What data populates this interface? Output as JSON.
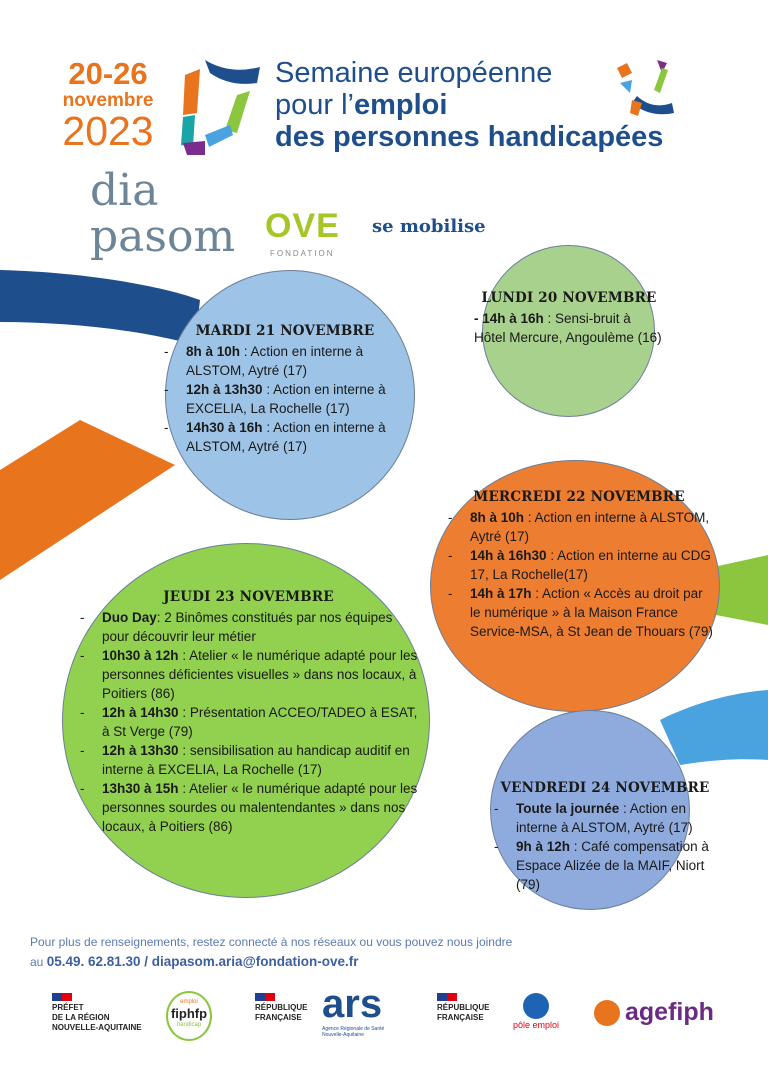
{
  "header": {
    "date_range": "20-26",
    "month": "novembre",
    "year": "2023",
    "title_line1": "Semaine européenne",
    "title_line2_prefix": "pour l’",
    "title_line2_bold": "emploi",
    "title_line3": "des personnes handicapées"
  },
  "org": {
    "logo1_top": "dia",
    "logo1_bottom": "pasom",
    "logo2": "OVE",
    "logo2_sub": "FONDATION",
    "tagline": "se mobilise"
  },
  "colors": {
    "orange": "#e8741e",
    "navy": "#1f4e8c",
    "mardi": "#9dc3e6",
    "lundi": "#a9d18e",
    "mercredi": "#ed7d31",
    "jeudi": "#92d050",
    "vendredi": "#8faadc"
  },
  "days": {
    "lundi": {
      "title": "LUNDI 20 NOVEMBRE",
      "time": "- 14h à 16h",
      "desc": " : Sensi-bruit à Hôtel Mercure, Angoulème (16)"
    },
    "mardi": {
      "title": "MARDI 21 NOVEMBRE",
      "items": [
        {
          "time": "8h à 10h",
          "desc": " : Action en interne à ALSTOM, Aytré (17)"
        },
        {
          "time": "12h à  13h30",
          "desc": " : Action en interne à EXCELIA, La Rochelle (17)"
        },
        {
          "time": "14h30 à 16h",
          "desc": " : Action en interne à ALSTOM, Aytré (17)"
        }
      ]
    },
    "mercredi": {
      "title": "MERCREDI 22 NOVEMBRE",
      "items": [
        {
          "time": "8h à 10h",
          "desc": " : Action en interne à ALSTOM, Aytré (17)"
        },
        {
          "time": "14h à 16h30",
          "desc": " : Action en interne au CDG 17, La Rochelle(17)"
        },
        {
          "time": "14h à 17h",
          "desc": " : Action « Accès au droit par le numérique » à la Maison France Service-MSA, à St Jean de Thouars (79)"
        }
      ]
    },
    "jeudi": {
      "title": "JEUDI 23 NOVEMBRE",
      "items": [
        {
          "time": "Duo Day",
          "desc": ": 2 Binômes constitués par nos équipes pour découvrir leur métier"
        },
        {
          "time": "10h30 à 12h",
          "desc": " : Atelier « le numérique adapté pour les personnes déficientes visuelles » dans nos locaux, à Poitiers (86)"
        },
        {
          "time": "12h à 14h30",
          "desc": " :  Présentation ACCEO/TADEO à ESAT, à St Verge (79)"
        },
        {
          "time": "12h à 13h30",
          "desc": " : sensibilisation au handicap auditif en interne à EXCELIA, La Rochelle (17)"
        },
        {
          "time": "13h30 à 15h",
          "desc": " : Atelier «  le numérique adapté pour les personnes sourdes ou malentendantes » dans nos locaux, à Poitiers (86)"
        }
      ]
    },
    "vendredi": {
      "title": "VENDREDI 24 NOVEMBRE",
      "items": [
        {
          "time": "Toute la journée",
          "desc": " : Action en interne à ALSTOM, Aytré (17)"
        },
        {
          "time": "9h à 12h",
          "desc": " : Café compensation à Espace Alizée de la MAIF, Niort (79)"
        }
      ]
    }
  },
  "footer": {
    "line1": "Pour plus de renseignements, restez connecté à nos réseaux ou vous pouvez nous joindre",
    "line2_prefix": "au ",
    "contact": "05.49. 62.81.30 / diapasom.aria@fondation-ove.fr"
  },
  "partners": {
    "prefet": [
      "PRÉFET",
      "DE LA RÉGION",
      "NOUVELLE-AQUITAINE"
    ],
    "fiphfp": "fiphfp",
    "fiphfp_top": "emploi",
    "fiphfp_bottom": "handicap",
    "republique": [
      "RÉPUBLIQUE",
      "FRANÇAISE"
    ],
    "ars": "ars",
    "ars_sub": "Agence Régionale de Santé Nouvelle-Aquitaine",
    "pole_emploi": "pôle emploi",
    "agefiph": "agefiph"
  }
}
